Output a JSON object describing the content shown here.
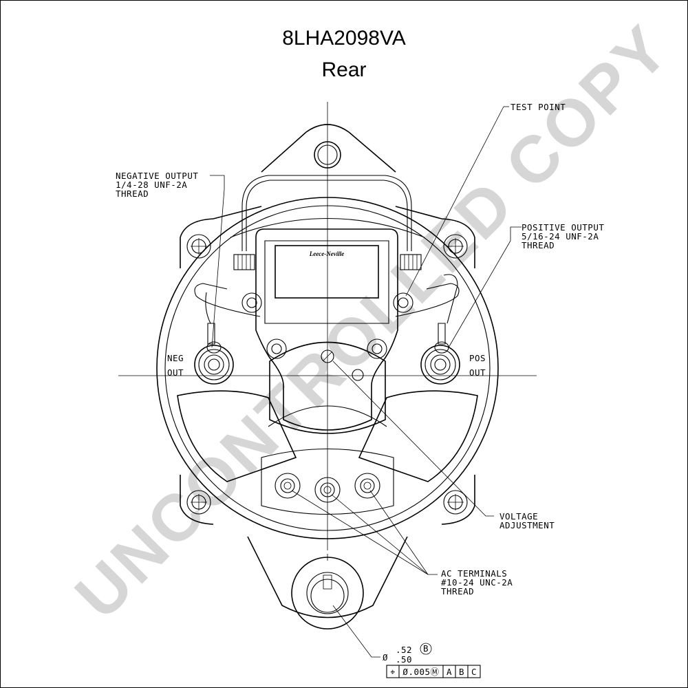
{
  "title": "8LHA2098VA",
  "subtitle": "Rear",
  "watermark": "UNCONTROLLED COPY",
  "brand_logo": "Leece-Neville",
  "callouts": {
    "test_point": "TEST POINT",
    "negative_output": [
      "NEGATIVE OUTPUT",
      "1/4-28 UNF-2A",
      "THREAD"
    ],
    "positive_output": [
      "POSITIVE OUTPUT",
      "5/16-24 UNF-2A",
      "THREAD"
    ],
    "voltage_adjustment": [
      "VOLTAGE",
      "ADJUSTMENT"
    ],
    "ac_terminals": [
      "AC TERMINALS",
      "#10-24 UNC-2A",
      "THREAD"
    ]
  },
  "terminal_labels": {
    "neg": [
      "NEG",
      "OUT"
    ],
    "pos": [
      "POS",
      "OUT"
    ]
  },
  "dimension": {
    "diameter_symbol": "Ø",
    "upper": ".52",
    "lower": ".50",
    "datum": "B"
  },
  "feature_control_frame": [
    "⌖",
    "Ø.005Ⓜ",
    "A",
    "B",
    "C"
  ],
  "colors": {
    "line": "#000000",
    "watermark": "#d6d6d6",
    "background": "#ffffff"
  }
}
